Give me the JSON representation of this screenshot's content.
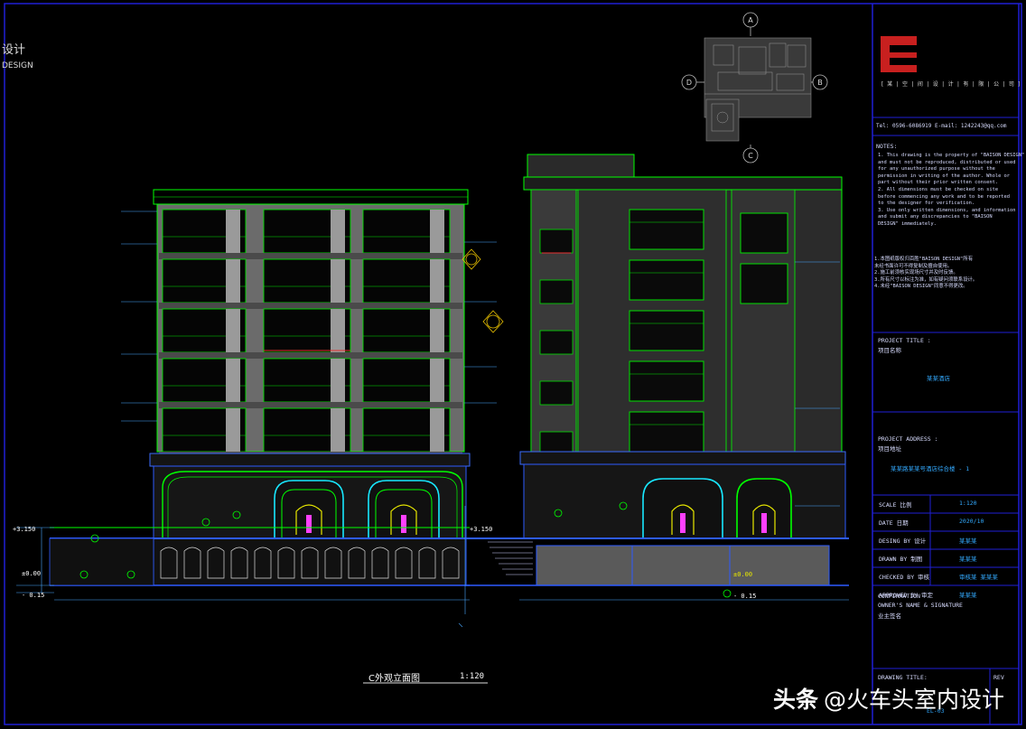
{
  "colors": {
    "background": "#000000",
    "frame": "#1f1fd6",
    "wall": "#b0b0b0",
    "window": "#00e000",
    "outline": "#00ff00",
    "dim": "#4aa8ff",
    "text": "#cfd3ff",
    "accent_red": "#e83030",
    "logo_red": "#c8201f",
    "yellow": "#e8e800",
    "magenta": "#ff40ff",
    "cyan": "#18e8ff"
  },
  "left_brand": {
    "line1": "设计",
    "line2": "DESIGN"
  },
  "title_block": {
    "company_line": "[ 某 | 空 | 间 | 设 | 计 | 有 | 限 | 公 | 司 ]",
    "contact": "Tel: 0596-6086919     E-mail: 1242243@qq.com",
    "notes_title": "NOTES:",
    "notes_en": [
      "1. This drawing is the property of \"BAISON DESIGN\"",
      "and must not be reproduced, distributed or used",
      "for any unauthorized purpose without the",
      "permission in writing of the author. Whole or",
      "part without their prior written consent.",
      "2. All dimensions must be checked on site",
      "before commencing any work and to be reported",
      "to the designer for verification.",
      "3. Use only written dimensions, and information",
      "and submit any discrepancies to \"BAISON",
      "DESIGN\" immediately."
    ],
    "notes_cn": [
      "1.本图纸版权归百胜\"BAISON DESIGN\"所有",
      "未经书面许可不得复制及擅自使用。",
      "2.施工前须核实现场尺寸并及时反馈。",
      "3.所有尺寸以标注为准，如有疑问须联系设计。",
      "4.未经\"BAISON DESIGN\"同意不得更改。"
    ],
    "project_title_label": "PROJECT TITLE :",
    "project_title_cn": "项目名称",
    "project_title_value": "某某酒店",
    "project_address_label": "PROJECT ADDRESS :",
    "project_address_cn": "项目地址",
    "project_address_value": "某某路某某号酒店综合楼 - 1",
    "rows": [
      {
        "label": "SCALE  比例",
        "value": "1:120"
      },
      {
        "label": "DATE  日期",
        "value": "2020/10"
      },
      {
        "label": "DESING BY  设计",
        "value": "某某某"
      },
      {
        "label": "DRAWN BY  制图",
        "value": "某某某"
      },
      {
        "label": "CHECKED BY  审核",
        "value": "审核某 某某某"
      },
      {
        "label": "APPROVED BY  审定",
        "value": "某某某"
      }
    ],
    "confirmation": "CONFIRMATION",
    "owner_sig": "OWNER'S NAME & SIGNATURE",
    "owner_cn": "业主签名",
    "drawing_title_label": "DRAWING TITLE:",
    "rev": "REV",
    "drawing_no": "EL-03"
  },
  "key_plan_markers": [
    "A",
    "B",
    "C",
    "D"
  ],
  "drawing_caption": {
    "title": "C外观立面图",
    "scale": "1:120"
  },
  "levels": [
    "+3.150",
    "±0.00",
    "- 0.15",
    "+3.150",
    "±0.00",
    "- 0.15"
  ],
  "watermark": {
    "brand": "头条",
    "handle": "@火车头室内设计"
  }
}
